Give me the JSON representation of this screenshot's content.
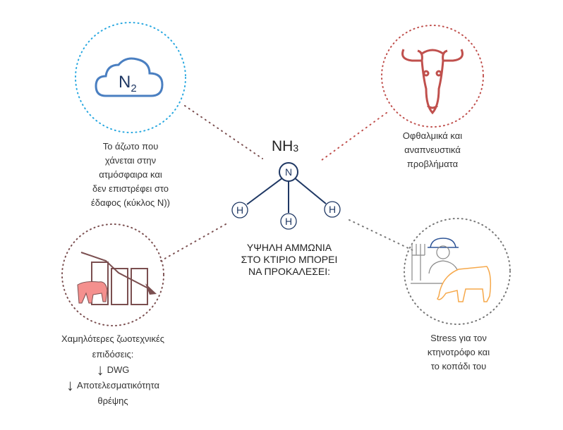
{
  "center": {
    "formula": "NH",
    "formula_sub": "3",
    "atom_n": "N",
    "atom_h": "H",
    "title_lines": [
      "ΥΨΗΛΗ  ΑΜΜΩΝΙΑ",
      "ΣΤΟ ΚΤΙΡΙΟ  ΜΠΟΡΕΙ",
      "ΝΑ ΠΡΟΚΑΛΕΣΕΙ:"
    ]
  },
  "effects": {
    "nitrogen": {
      "icon_label": "N",
      "icon_sub": "2",
      "lines": [
        "Το άζωτο που",
        "χάνεται στην",
        "ατμόσφαιρα  και",
        "δεν επιστρέφει  στο",
        "έδαφος  (κύκλος Ν))"
      ]
    },
    "eyes": {
      "lines": [
        "Οφθαλμικά και",
        "αναπνευστικά",
        "προβλήματα"
      ]
    },
    "performance": {
      "lines": [
        "Χαμηλότερες ζωοτεχνικές",
        "επιδόσεις:"
      ],
      "arrow": "↓",
      "item1": "DWG",
      "item2": "Αποτελεσματικότητα",
      "item2_cont": "θρέψης"
    },
    "stress": {
      "lines": [
        "Stress για τον",
        "κτηνοτρόφο  και",
        "το κοπάδι του"
      ]
    }
  },
  "colors": {
    "navy": "#1f3864",
    "cloud": "#4a7fc1",
    "cyan": "#29a8e0",
    "red": "#c0504d",
    "maroon": "#7b4f50",
    "pink": "#f4908e",
    "orange": "#f6a84a",
    "gray": "#777777"
  }
}
